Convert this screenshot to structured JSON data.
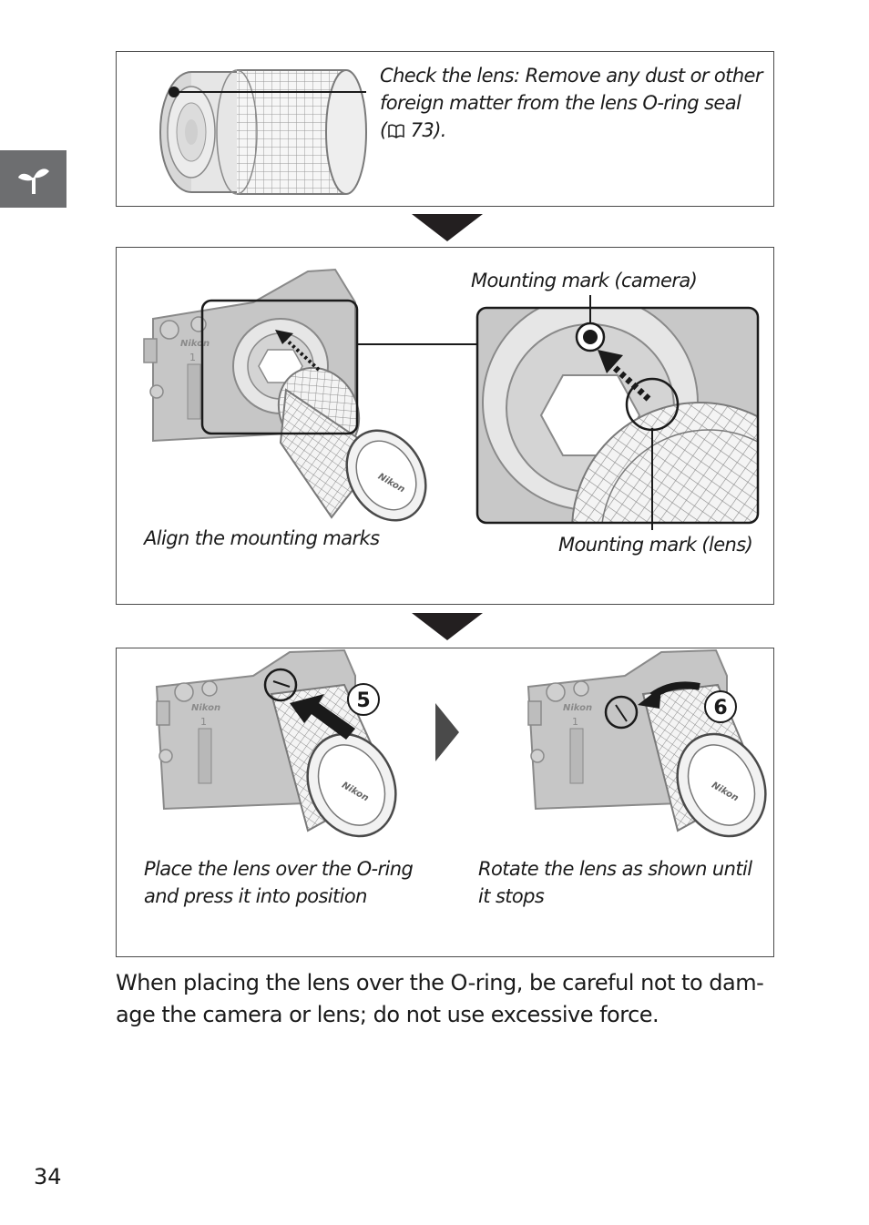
{
  "side_tab": {
    "icon": "sprout-icon"
  },
  "step1": {
    "caption_line1": "Check the lens: Remove any dust or other",
    "caption_line2": "foreign matter from the lens O-ring seal",
    "caption_line3_prefix": "(",
    "caption_ref_icon": "book-icon",
    "caption_line3_page": " 73)."
  },
  "step2": {
    "label_camera_mark": "Mounting mark (camera)",
    "label_lens_mark": "Mounting mark (lens)",
    "caption": "Align the mounting marks",
    "brand_camera": "Nikon",
    "brand_lens": "Nikon",
    "model_digit": "1"
  },
  "step3": {
    "left_number": "5",
    "right_number": "6",
    "left_caption_line1": "Place the lens over the O-ring",
    "left_caption_line2": "and press it into position",
    "right_caption_line1": "Rotate the lens as shown until",
    "right_caption_line2": "it stops",
    "brand_camera": "Nikon",
    "brand_lens": "Nikon",
    "model_digit": "1"
  },
  "body_text_line1": "When placing the lens over the O-ring, be careful not to dam-",
  "body_text_line2": "age the camera or lens; do not use excessive force.",
  "page_number": "34"
}
